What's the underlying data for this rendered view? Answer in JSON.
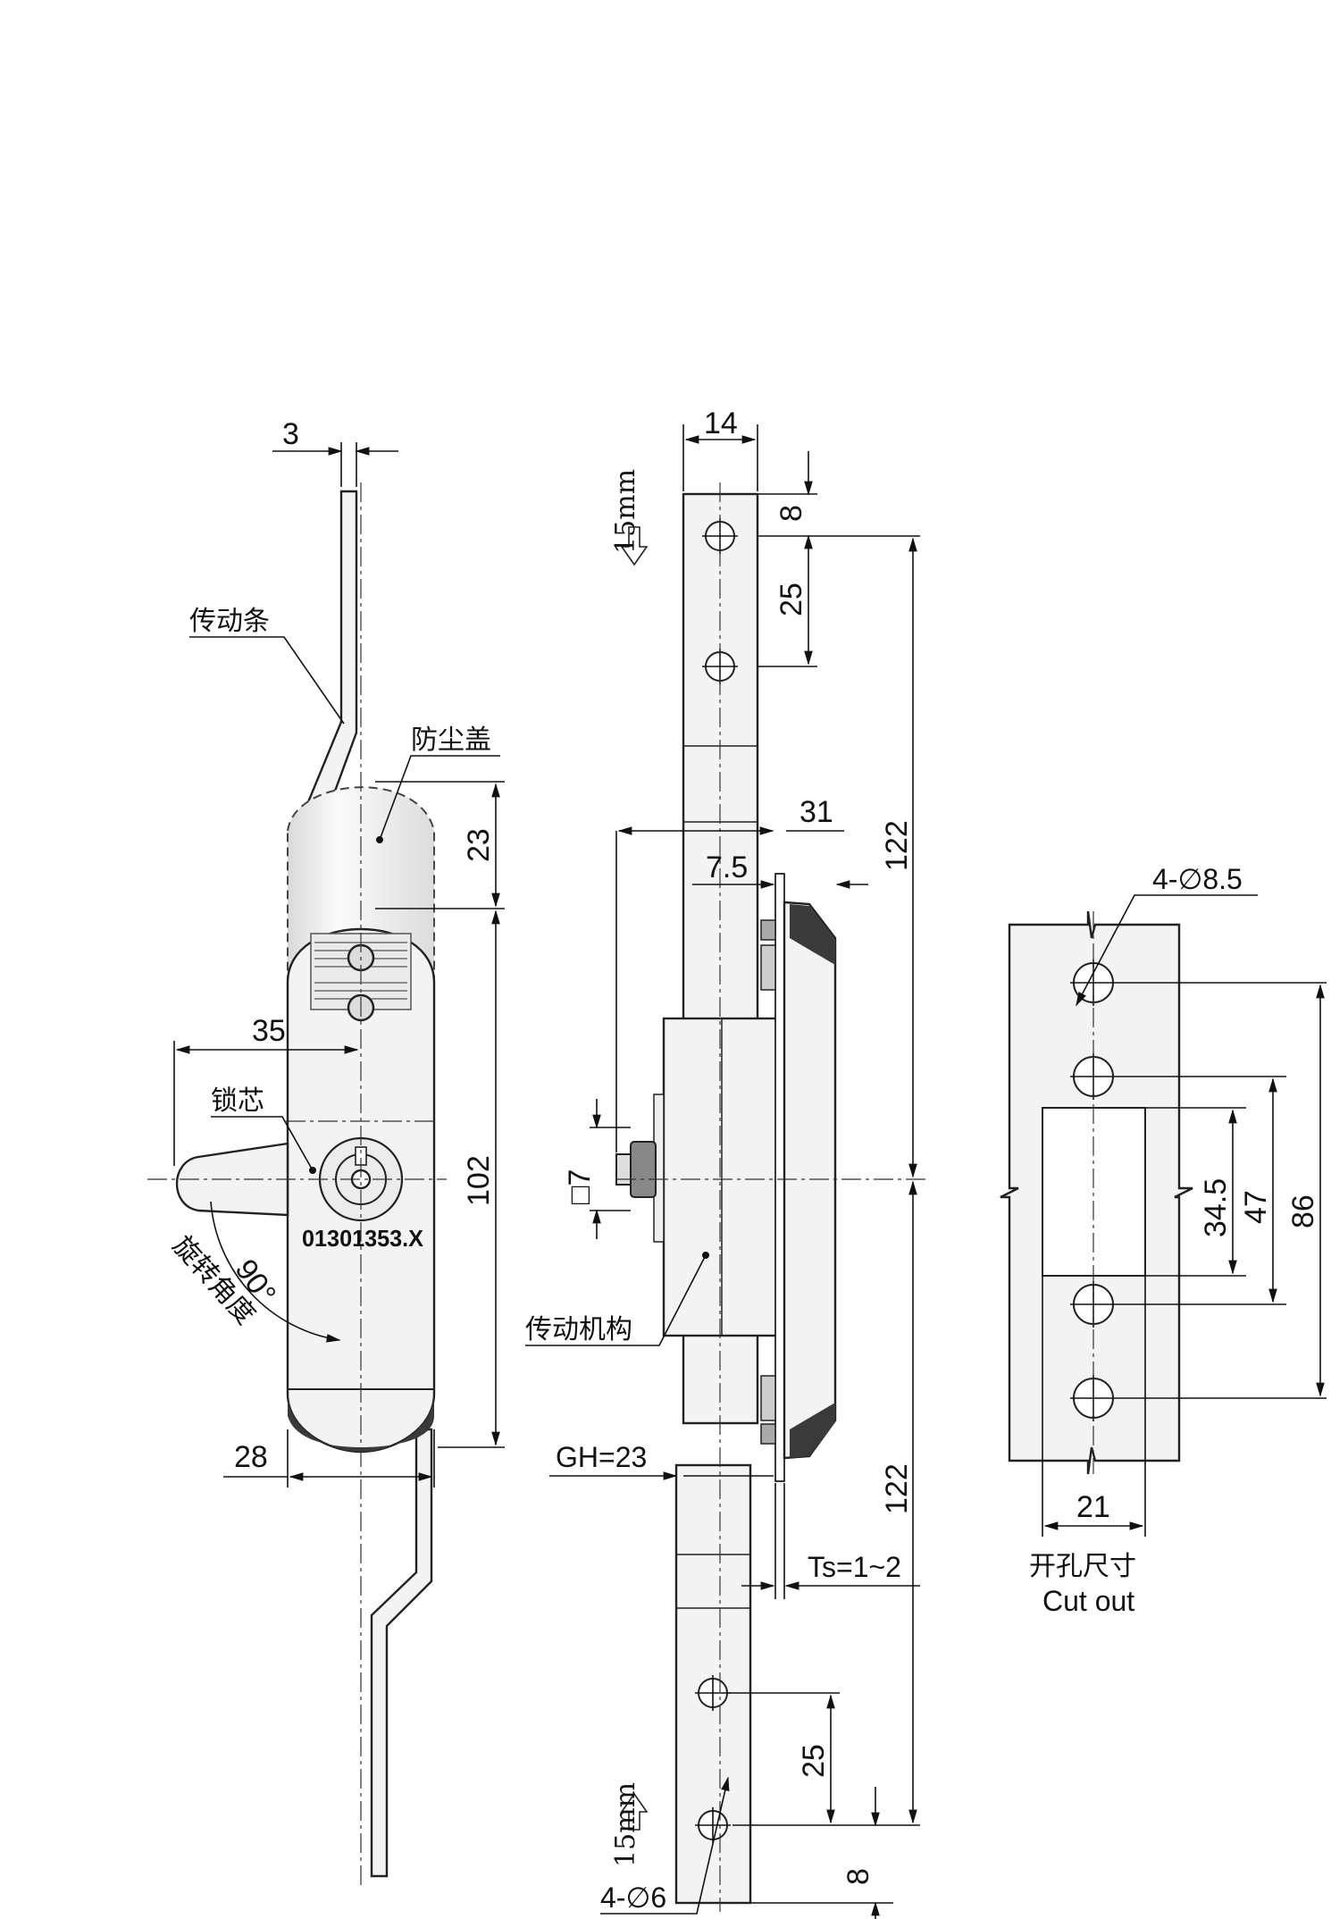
{
  "labels": {
    "drive_bar": "传动条",
    "dust_cover": "防尘盖",
    "lock_core": "锁芯",
    "rotation_angle": "旋转角度",
    "drive_mechanism": "传动机构",
    "cutout_cn": "开孔尺寸",
    "cutout_en": "Cut out",
    "part_number": "01301353.X",
    "travel_top": "15mm",
    "travel_bottom": "15mm"
  },
  "dimensions": {
    "bar_thickness": "3",
    "handle_reach": "35",
    "dust_cover_height": "23",
    "body_height": "102",
    "body_width": "28",
    "angle": "90°",
    "bar_width": "14",
    "hole_edge_top": "8",
    "hole_spacing_top": "25",
    "depth": "31",
    "flange": "7.5",
    "upper_length": "122",
    "square": "□7",
    "gh": "GH=23",
    "lower_length": "122",
    "ts": "Ts=1~2",
    "hole_spacing_bottom": "25",
    "hole_edge_bottom": "8",
    "holes_bottom": "4-∅6",
    "holes_cutout": "4-∅8.5",
    "cutout_height": "34.5",
    "cutout_47": "47",
    "cutout_86": "86",
    "cutout_width": "21"
  },
  "colors": {
    "line": "#111111",
    "fill": "#f3f3f3",
    "shade": "#3a3a3a"
  }
}
